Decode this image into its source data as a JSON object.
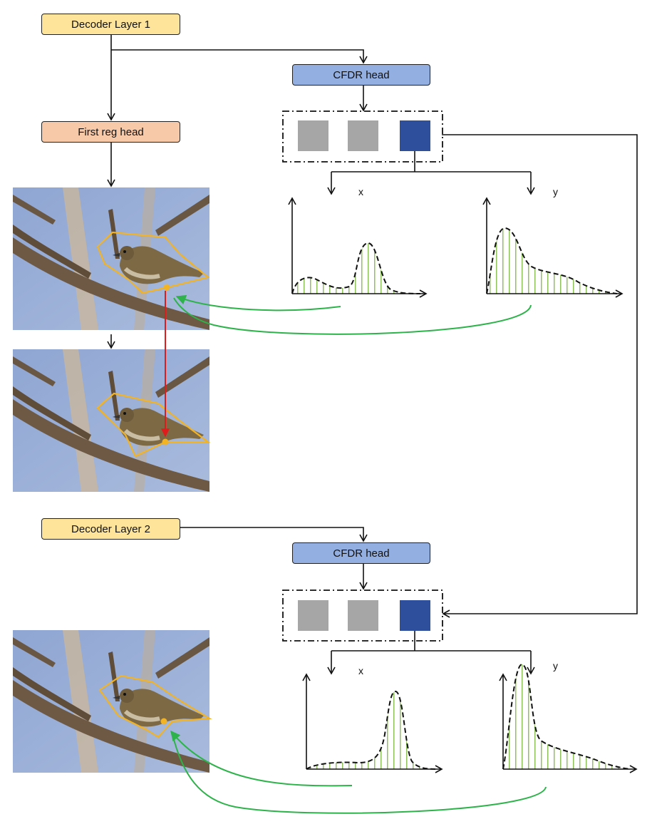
{
  "labels": {
    "decoder_layer_1": "Decoder Layer 1",
    "first_reg_head": "First reg head",
    "cfdr_head_1": "CFDR head",
    "decoder_layer_2": "Decoder Layer 2",
    "cfdr_head_2": "CFDR head",
    "axis_x_1": "x",
    "axis_y_1": "y",
    "axis_x_2": "x",
    "axis_y_2": "y"
  },
  "colors": {
    "decoder_fill": "#fde49a",
    "reg_head_fill": "#f7c9a8",
    "cfdr_fill": "#93aee0",
    "token_gray": "#a6a6a6",
    "token_selected": "#2e4f9c",
    "distribution_fill": "#8fc25a",
    "prediction_outline": "#f2b324",
    "refine_arrow": "#e01b1b",
    "sample_arrow": "#2db34a",
    "sky": "#9db1d6"
  },
  "icons": {
    "bird_image": "bird-on-branch-photo"
  }
}
